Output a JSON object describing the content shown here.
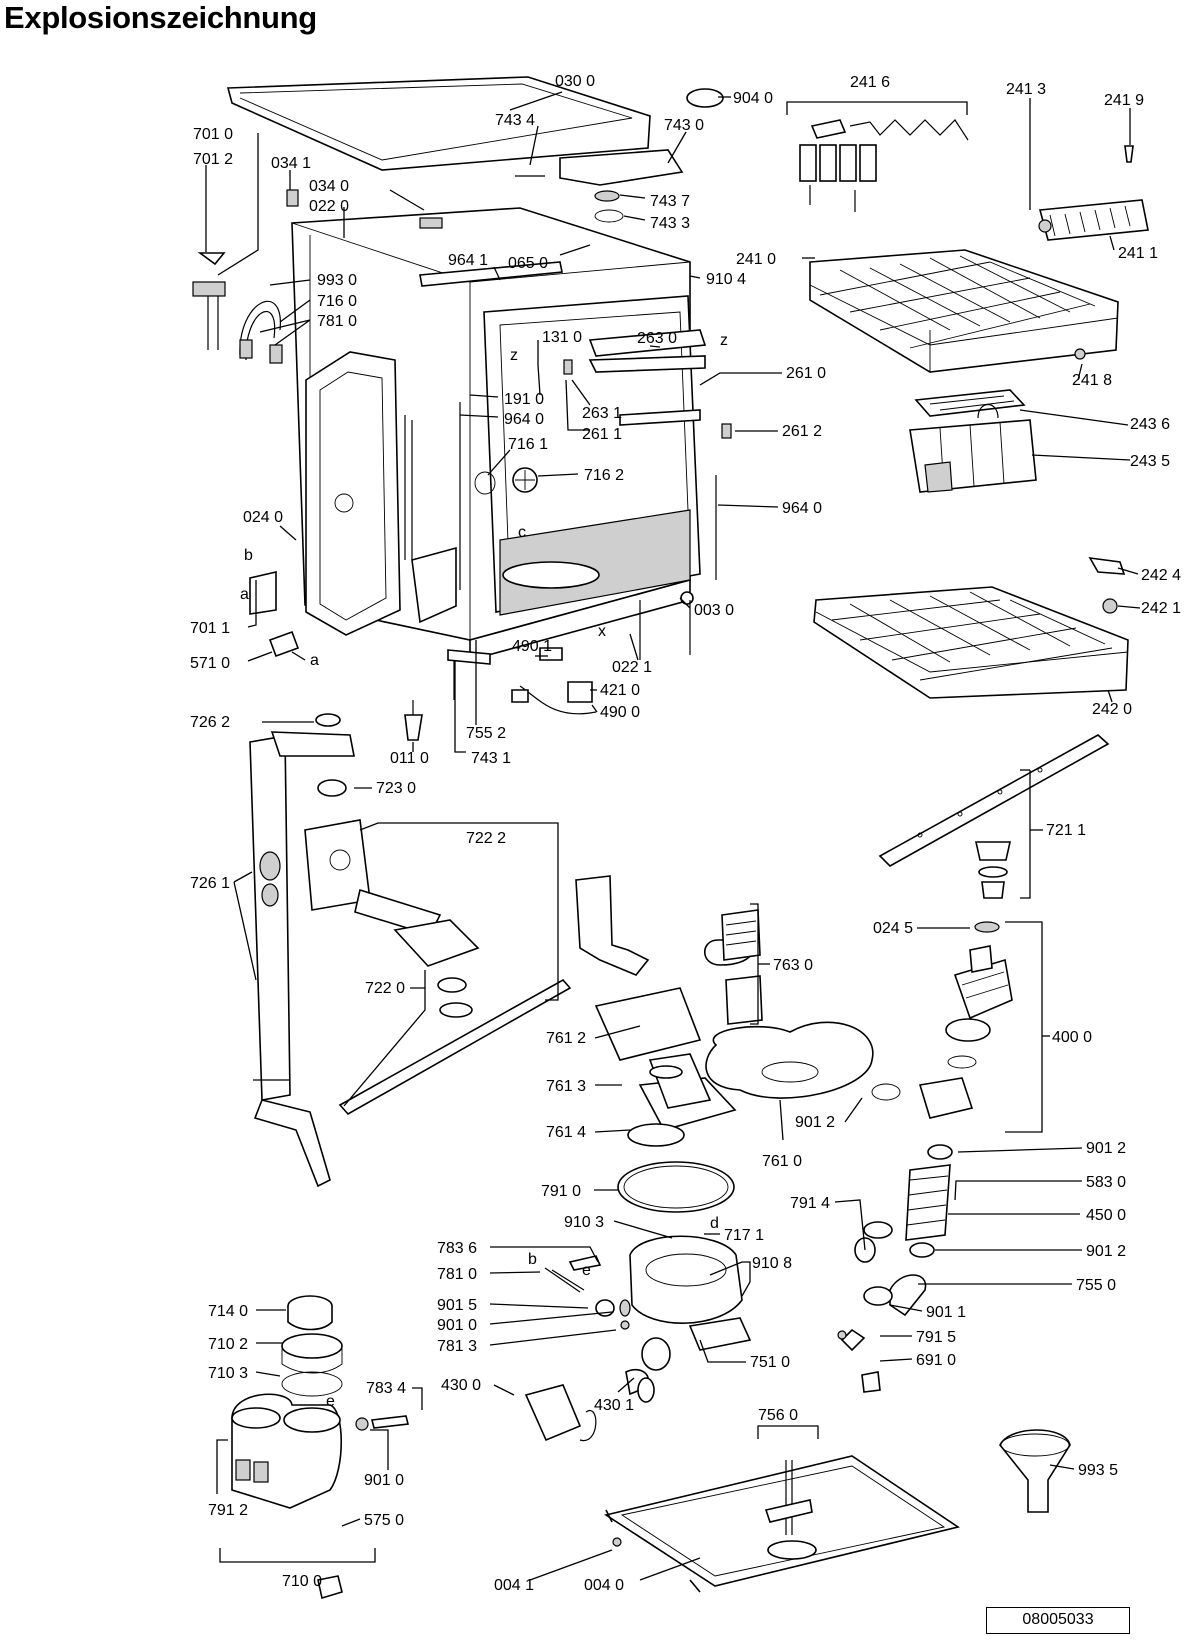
{
  "title": "Explosionszeichnung",
  "document_number": "08005033",
  "markers": [
    "a",
    "b",
    "c",
    "d",
    "e",
    "x",
    "z"
  ],
  "part_labels": [
    "030 0",
    "904 0",
    "241 6",
    "241 3",
    "241 9",
    "743 4",
    "743 0",
    "701 0",
    "701 2",
    "034 1",
    "034 0",
    "022 0",
    "743 7",
    "743 3",
    "964 1",
    "065 0",
    "910 4",
    "241 0",
    "241 1",
    "993 0",
    "716 0",
    "781 0",
    "131 0",
    "263 0",
    "261 0",
    "241 8",
    "263 1",
    "261 1",
    "191 0",
    "964 0",
    "261 2",
    "243 6",
    "716 1",
    "716 2",
    "243 5",
    "964 0",
    "024 0",
    "242 4",
    "242 1",
    "003 0",
    "701 1",
    "490 1",
    "022 1",
    "571 0",
    "421 0",
    "490 0",
    "242 0",
    "726 2",
    "755 2",
    "011 0",
    "743 1",
    "723 0",
    "722 2",
    "721 1",
    "726 1",
    "763 0",
    "024 5",
    "722 0",
    "400 0",
    "761 2",
    "761 3",
    "901 2",
    "761 4",
    "761 0",
    "901 2",
    "791 0",
    "583 0",
    "791 4",
    "910 3",
    "717 1",
    "450 0",
    "783 6",
    "910 8",
    "781 0",
    "901 2",
    "755 0",
    "901 5",
    "901 1",
    "901 0",
    "714 0",
    "781 3",
    "791 5",
    "710 2",
    "751 0",
    "691 0",
    "710 3",
    "783 4",
    "430 0",
    "430 1",
    "756 0",
    "993 5",
    "901 0",
    "791 2",
    "575 0",
    "004 1",
    "004 0",
    "710 0"
  ]
}
